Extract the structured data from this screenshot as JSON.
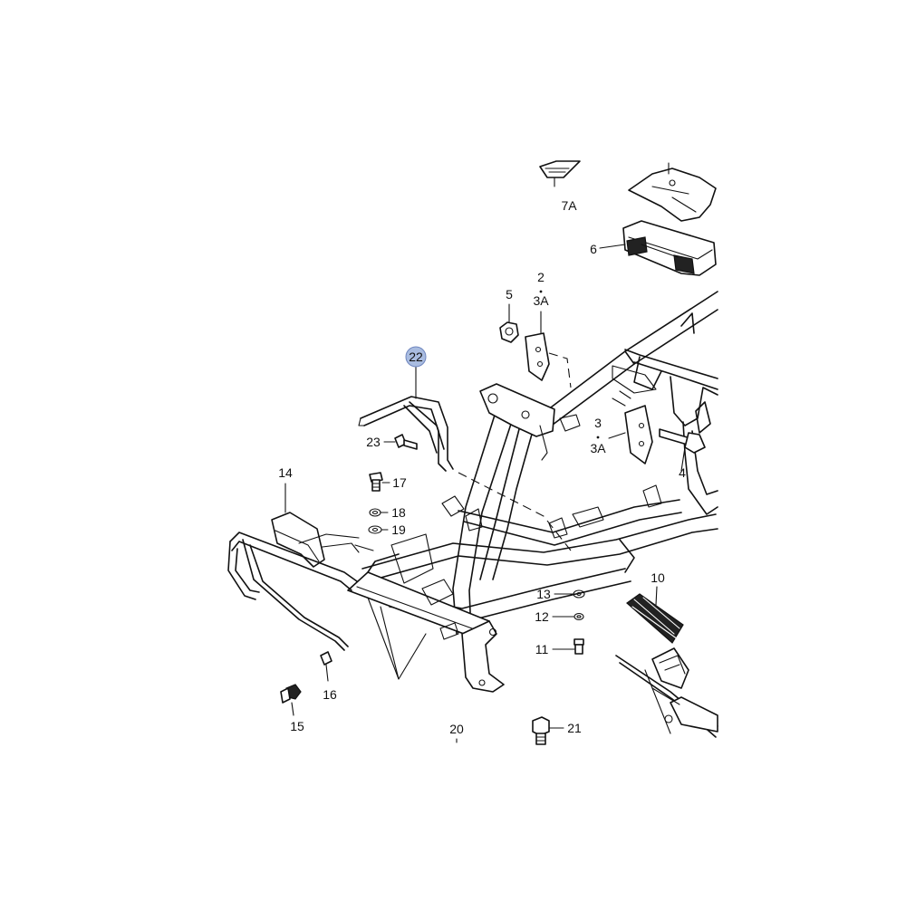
{
  "diagram": {
    "callouts": [
      {
        "id": "c-7A",
        "label": "7A"
      },
      {
        "id": "c-6",
        "label": "6"
      },
      {
        "id": "c-2",
        "label": "2"
      },
      {
        "id": "c-3A-top",
        "label": "3A"
      },
      {
        "id": "c-5",
        "label": "5"
      },
      {
        "id": "c-22",
        "label": "22"
      },
      {
        "id": "c-23",
        "label": "23"
      },
      {
        "id": "c-3",
        "label": "3"
      },
      {
        "id": "c-3A-mid",
        "label": "3A"
      },
      {
        "id": "c-4",
        "label": "4"
      },
      {
        "id": "c-14",
        "label": "14"
      },
      {
        "id": "c-17",
        "label": "17"
      },
      {
        "id": "c-18",
        "label": "18"
      },
      {
        "id": "c-19",
        "label": "19"
      },
      {
        "id": "c-10",
        "label": "10"
      },
      {
        "id": "c-13",
        "label": "13"
      },
      {
        "id": "c-12",
        "label": "12"
      },
      {
        "id": "c-11",
        "label": "11"
      },
      {
        "id": "c-16",
        "label": "16"
      },
      {
        "id": "c-15",
        "label": "15"
      },
      {
        "id": "c-20",
        "label": "20"
      },
      {
        "id": "c-21",
        "label": "21"
      }
    ],
    "highlight": {
      "label": "22",
      "fill": "#a9bce0",
      "stroke": "#6f86bf"
    }
  }
}
